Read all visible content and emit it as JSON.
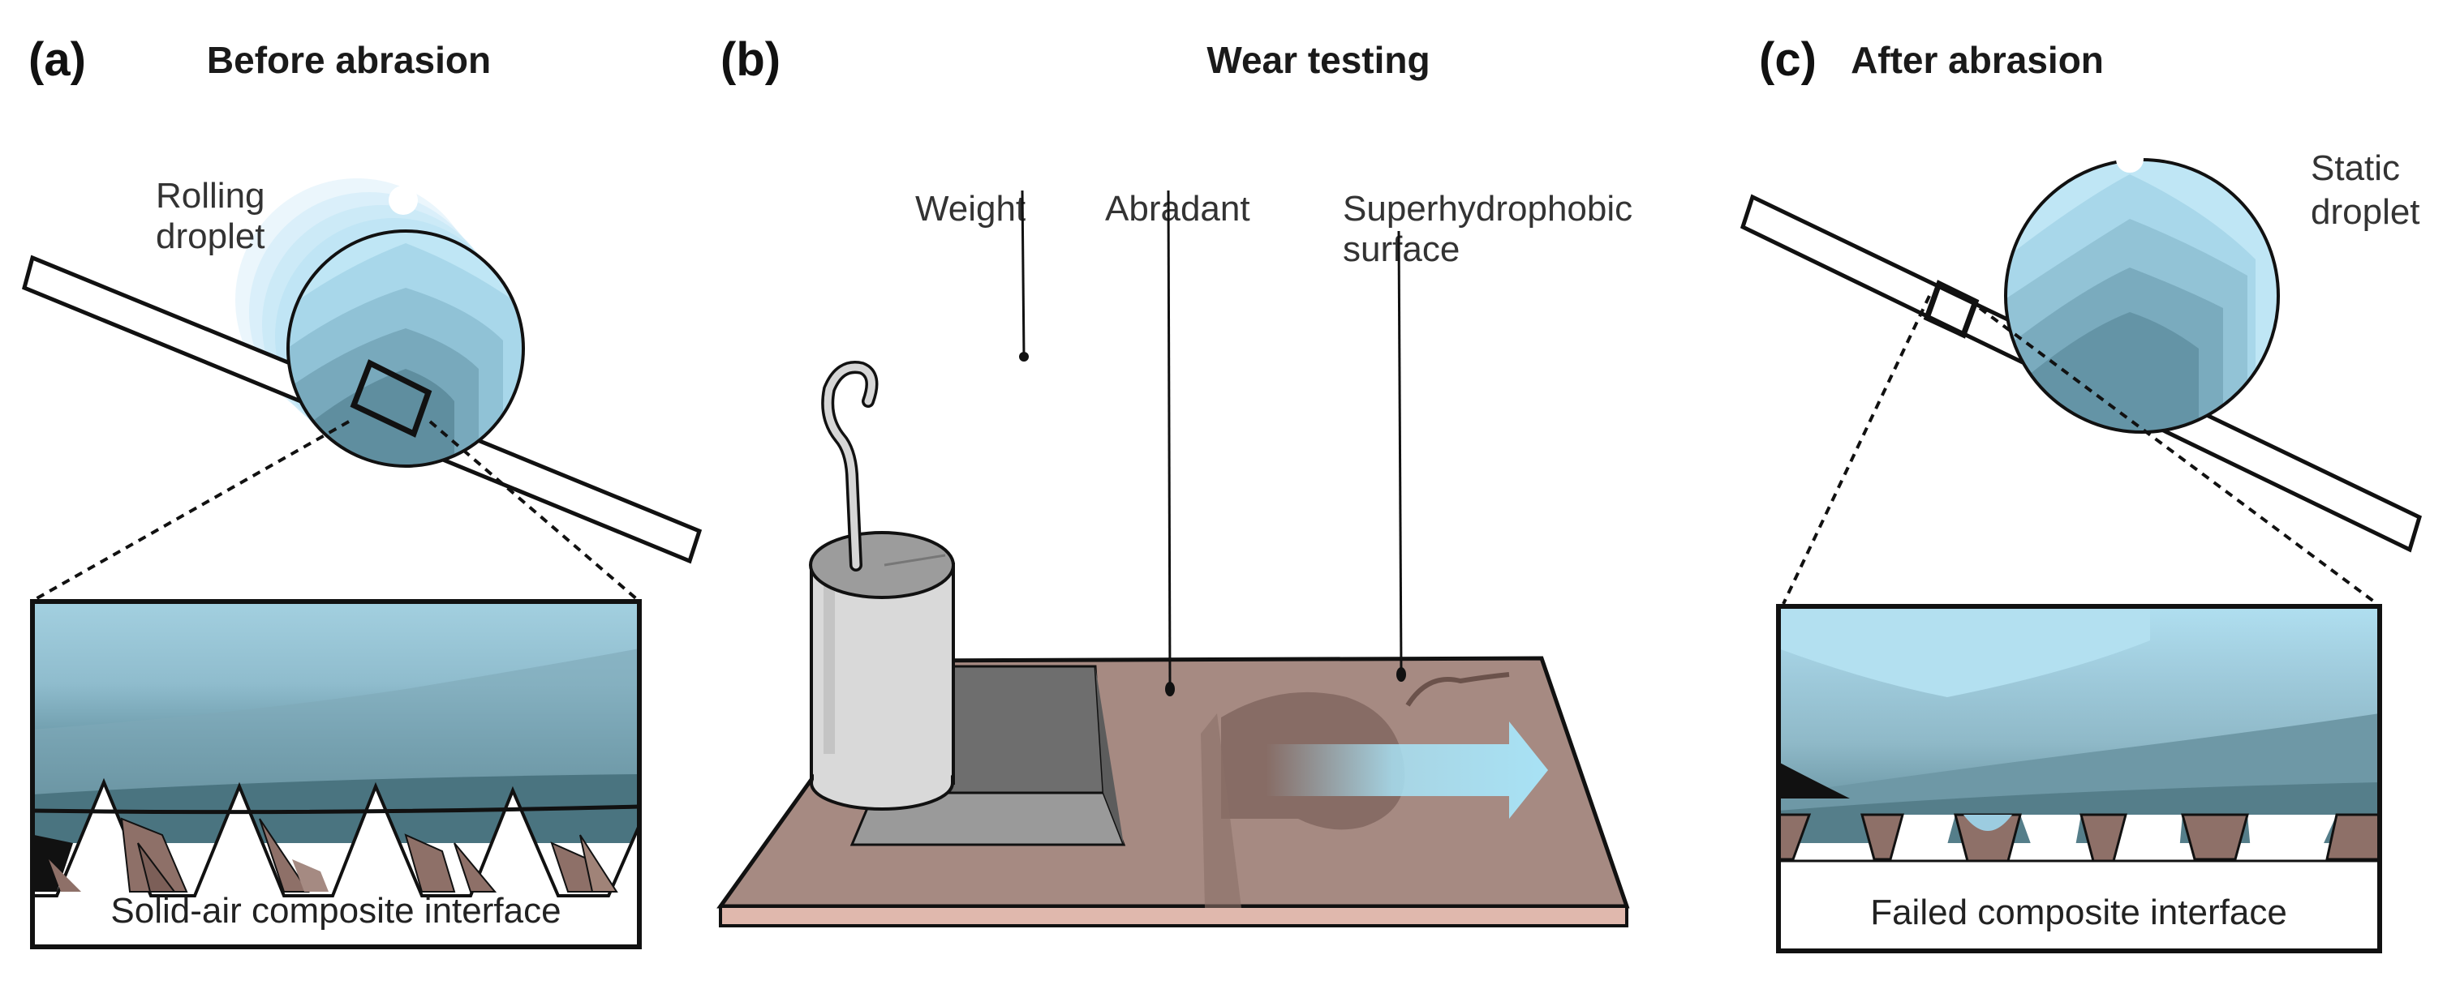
{
  "figure": {
    "panels": [
      {
        "id": "a",
        "letter": "(a)",
        "title": "Before abrasion",
        "droplet_label_line1": "Rolling",
        "droplet_label_line2": "droplet",
        "inset_caption": "Solid-air composite interface"
      },
      {
        "id": "b",
        "letter": "(b)",
        "title": "Wear testing",
        "labels": {
          "weight": "Weight",
          "abradant": "Abradant",
          "surface_line1": "Superhydrophobic",
          "surface_line2": "surface"
        }
      },
      {
        "id": "c",
        "letter": "(c)",
        "title": "After abrasion",
        "droplet_label_line1": "Static",
        "droplet_label_line2": "droplet",
        "inset_caption": "Failed composite interface"
      }
    ],
    "colors": {
      "droplet_light": "#bfe6f5",
      "droplet_mid": "#9ccde0",
      "droplet_dark": "#6a9db0",
      "water_inset_top": "#a7d3e3",
      "water_inset_bottom": "#4f7b88",
      "surface_texture": "#8e7068",
      "plate_top": "#a68a82",
      "plate_edge": "#e0b8ad",
      "abradant_top": "#6e6e6e",
      "abradant_front": "#9a9a9a",
      "weight_body": "#d9d9d9",
      "arrow": "#a8e2f5",
      "outline": "#111111"
    }
  }
}
